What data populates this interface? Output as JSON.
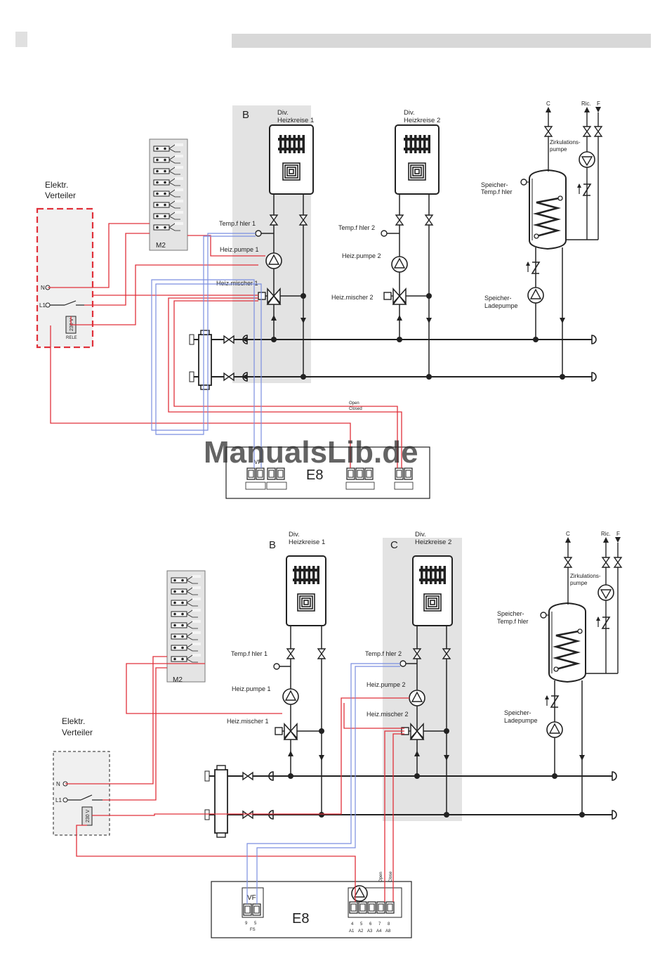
{
  "header": {
    "square_color": "#e0e0e0",
    "bar_color": "#d8d8d8"
  },
  "colors": {
    "red": "#e0303a",
    "blue": "#7a8ee0",
    "shade": "#e3e3e3",
    "line": "#222222"
  },
  "watermark": "ManualsLib.de",
  "diagram1": {
    "zone_b": "B",
    "div1": [
      "Div.",
      "Heizkreise 1"
    ],
    "div2": [
      "Div.",
      "Heizkreise 2"
    ],
    "elektr": [
      "Elektr.",
      "Verteiler"
    ],
    "terminal_n": "N",
    "terminal_l1": "L1",
    "relay_voltage": "230 V",
    "relay_label": "RELE",
    "m2": "M2",
    "temp1": "Temp.f hler 1",
    "pump1": "Heiz.pumpe 1",
    "mixer1": "Heiz.mischer 1",
    "temp2": "Temp.f hler 2",
    "pump2": "Heiz.pumpe 2",
    "mixer2": "Heiz.mischer 2",
    "c": "C",
    "ric": "Ric.",
    "f": "F",
    "zirk": [
      "Zirkulations-",
      "pumpe"
    ],
    "speicher_temp": [
      "Speicher-",
      "Temp.f hler"
    ],
    "speicher_lade": [
      "Speicher-",
      "Ladepumpe"
    ],
    "open": "Open",
    "closed": "Closed",
    "e8": "E8",
    "vf": "VF"
  },
  "diagram2": {
    "zone_b": "B",
    "zone_c": "C",
    "div1": [
      "Div.",
      "Heizkreise 1"
    ],
    "div2": [
      "Div.",
      "Heizkreise 2"
    ],
    "elektr": [
      "Elektr.",
      "Verteiler"
    ],
    "terminal_n": "N",
    "terminal_l1": "L1",
    "relay_voltage": "230 V",
    "m2": "M2",
    "temp1": "Temp.f hler 1",
    "pump1": "Heiz.pumpe 1",
    "mixer1": "Heiz.mischer 1",
    "temp2": "Temp.f hler 2",
    "pump2": "Heiz.pumpe 2",
    "mixer2": "Heiz.mischer 2",
    "c": "C",
    "ric": "Ric.",
    "f": "F",
    "zirk": [
      "Zirkulations-",
      "pumpe"
    ],
    "speicher_temp": [
      "Speicher-",
      "Temp.f hler"
    ],
    "speicher_lade": [
      "Speicher-",
      "Ladepumpe"
    ],
    "open": "Open",
    "close": "Close",
    "e8": "E8",
    "vf": "VF",
    "term_top": [
      "9",
      "5"
    ],
    "term_fs": "FS",
    "outputs": [
      "4",
      "5",
      "6",
      "7",
      "8"
    ],
    "outputs_a": [
      "A1",
      "A2",
      "A3",
      "A4",
      "A8"
    ]
  }
}
